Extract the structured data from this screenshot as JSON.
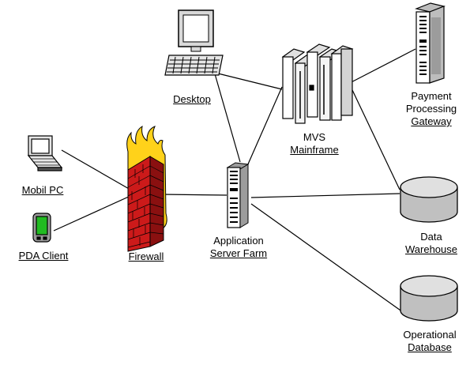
{
  "nodes": {
    "desktop": {
      "lines": [
        "Desktop"
      ]
    },
    "mainframe": {
      "lines": [
        "MVS",
        "Mainframe"
      ]
    },
    "payment": {
      "lines": [
        "Payment",
        "Processing",
        "Gateway"
      ]
    },
    "mobil_pc": {
      "lines": [
        "Mobil PC"
      ]
    },
    "pda": {
      "lines": [
        "PDA Client"
      ]
    },
    "firewall": {
      "lines": [
        "Firewall"
      ]
    },
    "app_server": {
      "lines": [
        "Application",
        "Server Farm"
      ]
    },
    "warehouse": {
      "lines": [
        "Data",
        "Warehouse"
      ]
    },
    "operational": {
      "lines": [
        "Operational",
        "Database"
      ]
    }
  },
  "connections": [
    [
      "mobil_pc",
      "firewall"
    ],
    [
      "pda",
      "firewall"
    ],
    [
      "firewall",
      "app_server"
    ],
    [
      "desktop",
      "app_server"
    ],
    [
      "desktop",
      "mainframe"
    ],
    [
      "app_server",
      "mainframe"
    ],
    [
      "app_server",
      "warehouse"
    ],
    [
      "app_server",
      "operational"
    ],
    [
      "mainframe",
      "payment"
    ],
    [
      "mainframe",
      "warehouse"
    ]
  ],
  "colors": {
    "line": "#000000",
    "brick": "#cc1a1a",
    "flame": "#ffd21a",
    "pda_screen": "#22bb22"
  }
}
